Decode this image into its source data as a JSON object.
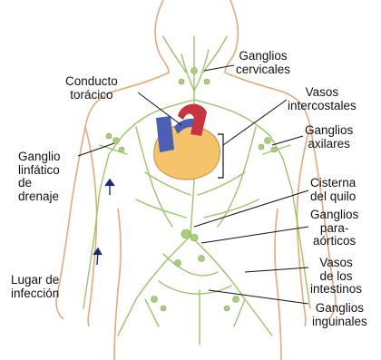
{
  "labels": {
    "ganglios_cervicales": [
      "Ganglios",
      "cervicales"
    ],
    "conducto_toracico": [
      "Conducto",
      "torácico"
    ],
    "vasos_intercostales": [
      "Vasos",
      "intercostales"
    ],
    "ganglios_axilares": [
      "Ganglios",
      "axilares"
    ],
    "ganglio_linfatico_drenaje": [
      "Ganglio",
      "linfático",
      "de",
      "drenaje"
    ],
    "cisterna_quilo": [
      "Cisterna",
      "del quilo"
    ],
    "ganglios_paraaorticos": [
      "Ganglios",
      "para-",
      "aórticos"
    ],
    "vasos_intestinos": [
      "Vasos",
      "de los",
      "intestinos"
    ],
    "lugar_infeccion": [
      "Lugar de",
      "infección"
    ],
    "ganglios_inguinales": [
      "Ganglios",
      "inguinales"
    ]
  },
  "colors": {
    "body_outline": "#e8a878",
    "lymph_vessel": "#9cc46a",
    "node": "#a9cf7a",
    "heart_fill": "#f4c46a",
    "heart_vessel_blue": "#4b5fb5",
    "heart_vessel_red": "#c8333f",
    "arrow": "#1a2a7a",
    "leader_line": "#111111"
  }
}
